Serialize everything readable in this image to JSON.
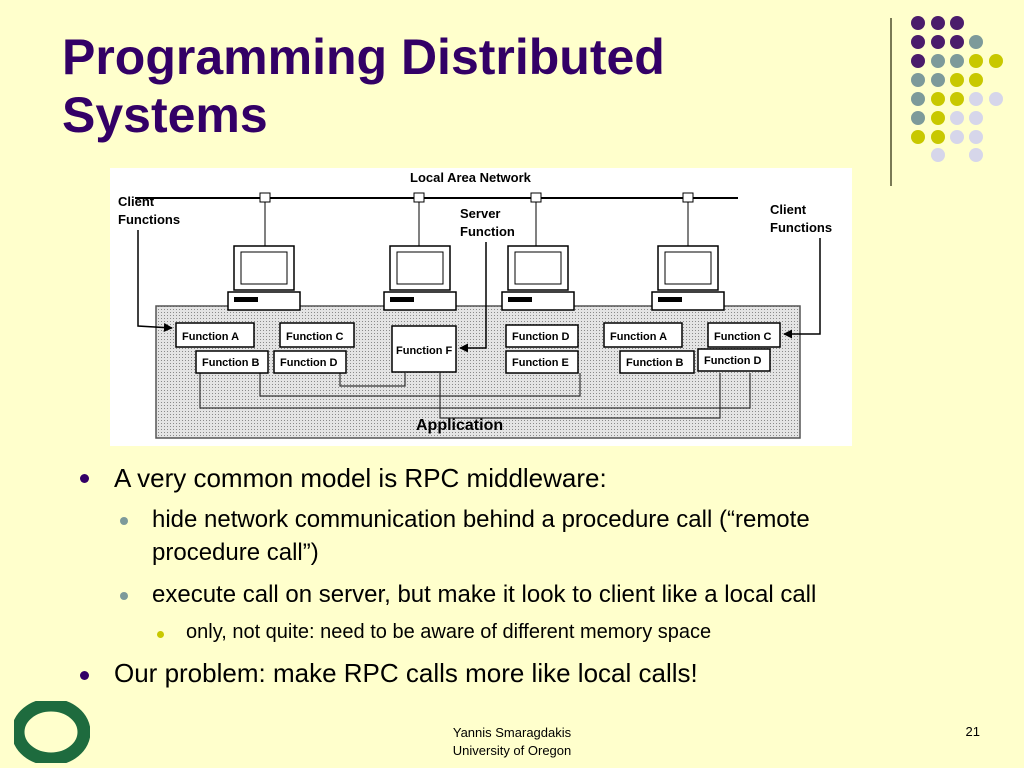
{
  "slide": {
    "title_line1": "Programming Distributed",
    "title_line2": "Systems"
  },
  "diagram": {
    "network_label": "Local Area Network",
    "client_left_label_1": "Client",
    "client_left_label_2": "Functions",
    "server_label_1": "Server",
    "server_label_2": "Function",
    "client_right_label_1": "Client",
    "client_right_label_2": "Functions",
    "application_label": "Application",
    "machine1_functions": [
      "Function A",
      "Function B",
      "Function C",
      "Function D"
    ],
    "machine2_functions": [
      "Function F"
    ],
    "machine3_functions": [
      "Function D",
      "Function E"
    ],
    "machine4_functions": [
      "Function A",
      "Function B",
      "Function C",
      "Function D"
    ]
  },
  "bullets": {
    "item1": "A very common model is RPC middleware:",
    "item1_sub1_line1": "hide network communication behind a procedure call (“remote",
    "item1_sub1_line2": "procedure call”)",
    "item1_sub2": "execute call on server, but make it look to client like a local call",
    "item1_sub2_sub1": "only, not quite: need to be aware of different memory space",
    "item2": "Our problem: make RPC calls more like local calls!"
  },
  "footer": {
    "author": "Yannis Smaragdakis",
    "affiliation": "University of Oregon",
    "page_number": "21"
  },
  "colors": {
    "background": "#ffffcc",
    "title": "#330066",
    "dot_purple": "#4b1c6b",
    "dot_teal": "#7d9a9a",
    "dot_yellow": "#c8c800",
    "dot_lavender": "#d6d6ea",
    "logo_green": "#1e6b3e"
  },
  "logo": {
    "letter": "O"
  }
}
